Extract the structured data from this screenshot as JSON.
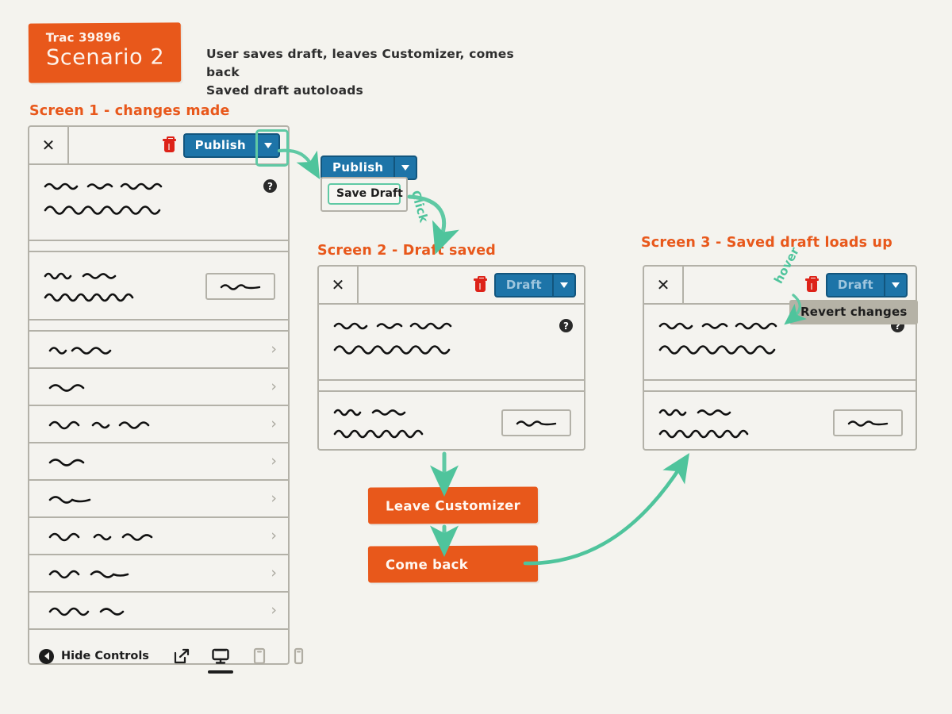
{
  "page": {
    "background_color": "#f4f3ee",
    "accent_orange": "#e8581b",
    "accent_teal": "#4fc49c",
    "accent_blue": "#1d74a8",
    "accent_red": "#dd2218"
  },
  "title_badge": {
    "trac_id": "Trac 39896",
    "scenario": "Scenario 2"
  },
  "description": {
    "line1": "User saves draft, leaves Customizer, comes back",
    "line2": "Saved draft autoloads"
  },
  "screen1": {
    "label": "Screen 1 - changes made",
    "toolbar": {
      "close_icon": "close-icon",
      "trash_icon": "trash-icon",
      "publish_label": "Publish",
      "caret_icon": "chevron-down-icon",
      "caret_highlighted": true
    },
    "help_icon": "help-icon",
    "rows": [
      {
        "squiggles": 3,
        "chevron": ">"
      },
      {
        "squiggles": 1,
        "chevron": ">"
      },
      {
        "squiggles": 2,
        "chevron": ">"
      },
      {
        "squiggles": 1,
        "chevron": ">"
      },
      {
        "squiggles": 1,
        "chevron": ">"
      },
      {
        "squiggles": 2,
        "chevron": ">"
      },
      {
        "squiggles": 2,
        "chevron": ">"
      },
      {
        "squiggles": 2,
        "chevron": ">"
      }
    ],
    "footer": {
      "collapse_icon": "collapse-left-icon",
      "hide_controls_label": "Hide Controls",
      "devices": [
        {
          "name": "external-link-icon",
          "active": false
        },
        {
          "name": "desktop-preview-icon",
          "active": true
        },
        {
          "name": "tablet-preview-icon",
          "active": false
        },
        {
          "name": "mobile-preview-icon",
          "active": false
        }
      ]
    }
  },
  "publish_dropdown": {
    "publish_label": "Publish",
    "caret_icon": "chevron-down-icon",
    "save_draft_label": "Save Draft",
    "annotation": "Click"
  },
  "screen2": {
    "label": "Screen 2 - Draft saved",
    "toolbar": {
      "close_icon": "close-icon",
      "trash_icon": "trash-icon",
      "draft_label": "Draft",
      "caret_icon": "chevron-down-icon"
    },
    "help_icon": "help-icon"
  },
  "screen3": {
    "label": "Screen 3 - Saved draft loads up",
    "toolbar": {
      "close_icon": "close-icon",
      "trash_icon": "trash-icon",
      "draft_label": "Draft",
      "caret_icon": "chevron-down-icon"
    },
    "help_icon": "help-icon",
    "annotation": "hover",
    "tooltip": "Revert changes"
  },
  "actions": {
    "leave_customizer": "Leave Customizer",
    "come_back": "Come back"
  }
}
